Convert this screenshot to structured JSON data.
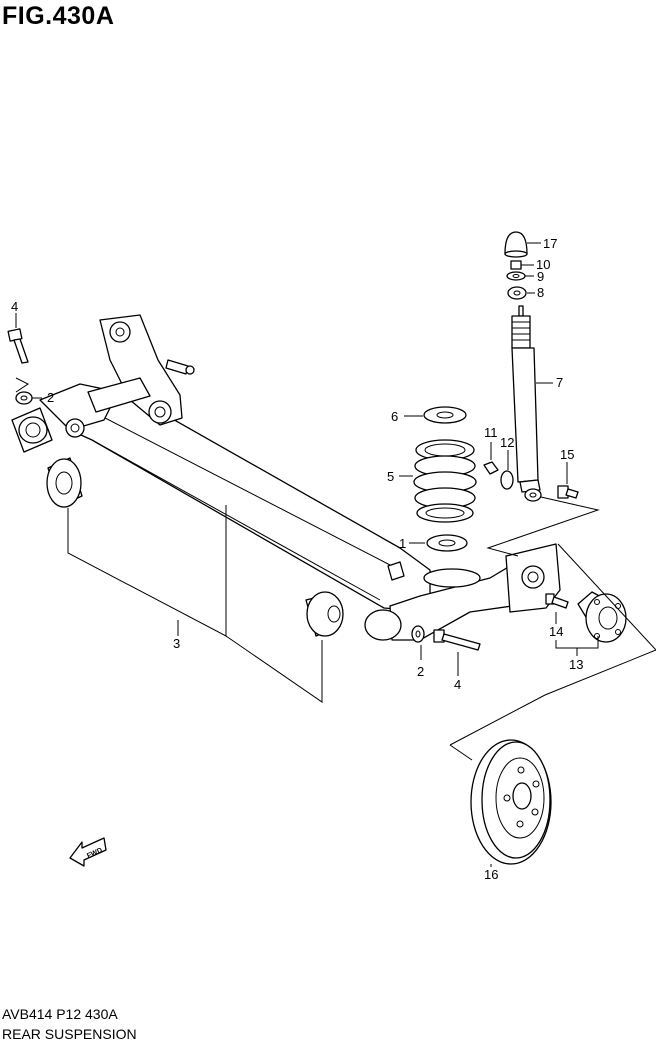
{
  "figure": {
    "title": "FIG.430A",
    "code": "AVB414 P12 430A",
    "name": "REAR SUSPENSION",
    "direction_label": "FWD"
  },
  "callouts": [
    "1",
    "2",
    "3",
    "4",
    "5",
    "6",
    "7",
    "8",
    "9",
    "10",
    "11",
    "12",
    "13",
    "14",
    "15",
    "16",
    "17"
  ],
  "parts": {
    "axle_beam": "torsion-beam-axle",
    "bushing": "axle-bushing",
    "bolt": "pivot-bolt",
    "washer": "washer",
    "coil_spring": "coil-spring",
    "spring_seats": "spring-seats",
    "shock_absorber": "shock-absorber",
    "hub": "hub-bearing-assembly",
    "brake_drum": "brake-drum"
  },
  "colors": {
    "ink": "#000000",
    "paper": "#ffffff"
  }
}
